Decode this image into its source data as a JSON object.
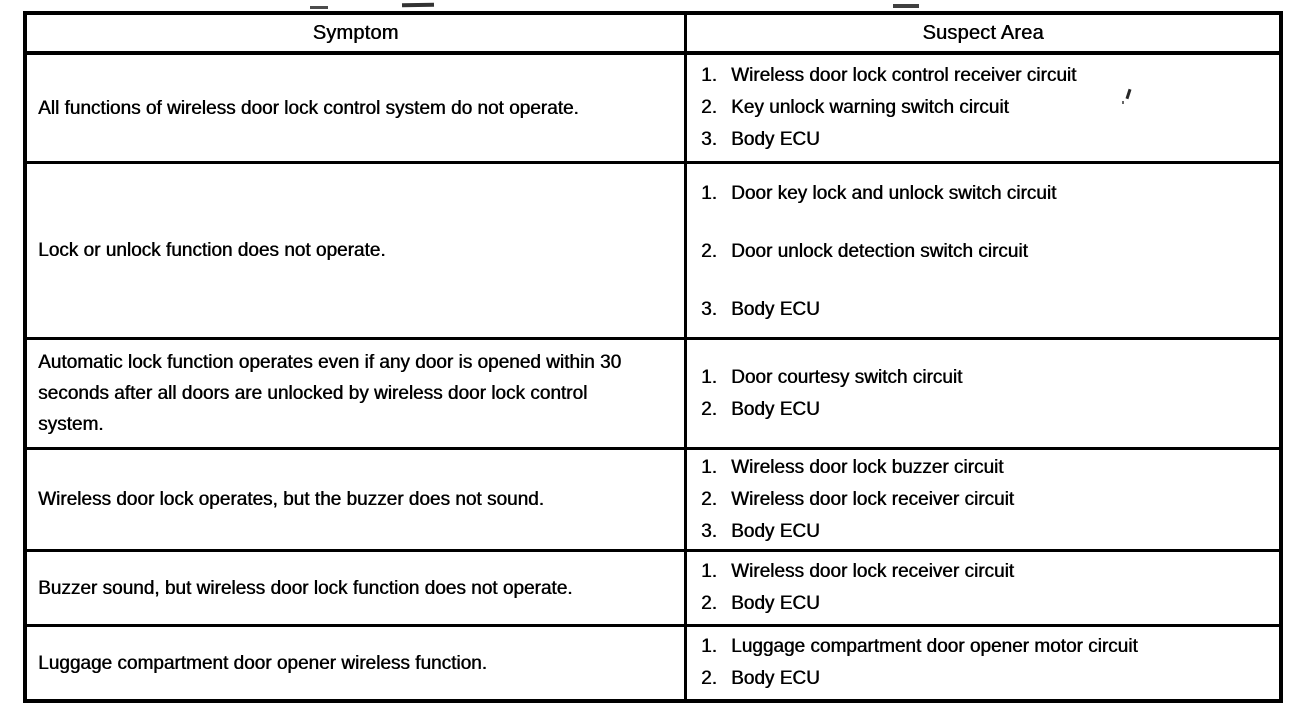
{
  "table": {
    "ink_color": "#000000",
    "paper_color": "#ffffff",
    "header": {
      "symptom": "Symptom",
      "suspect_area": "Suspect Area"
    },
    "rows": [
      {
        "symptom": "All functions of wireless door lock control system do not operate.",
        "suspects": [
          {
            "num": "1.",
            "label": "Wireless door lock control receiver circuit"
          },
          {
            "num": "2.",
            "label": "Key unlock warning switch circuit"
          },
          {
            "num": "3.",
            "label": "Body ECU"
          }
        ]
      },
      {
        "symptom": "Lock or unlock function does not operate.",
        "suspects": [
          {
            "num": "1.",
            "label": "Door key lock and unlock switch circuit"
          },
          {
            "num": "2.",
            "label": "Door unlock detection switch circuit"
          },
          {
            "num": "3.",
            "label": "Body ECU"
          }
        ]
      },
      {
        "symptom": "Automatic lock function operates even if any door is opened within 30 seconds after all doors are unlocked by wireless door lock control system.",
        "suspects": [
          {
            "num": "1.",
            "label": "Door courtesy switch circuit"
          },
          {
            "num": "2.",
            "label": "Body ECU"
          }
        ]
      },
      {
        "symptom": "Wireless door lock operates, but the buzzer does not sound.",
        "suspects": [
          {
            "num": "1.",
            "label": "Wireless door lock buzzer circuit"
          },
          {
            "num": "2.",
            "label": "Wireless door lock receiver circuit"
          },
          {
            "num": "3.",
            "label": "Body ECU"
          }
        ]
      },
      {
        "symptom": "Buzzer sound, but wireless door lock function does not operate.",
        "suspects": [
          {
            "num": "1.",
            "label": "Wireless door lock receiver circuit"
          },
          {
            "num": "2.",
            "label": "Body ECU"
          }
        ]
      },
      {
        "symptom": "Luggage compartment door opener wireless function.",
        "suspects": [
          {
            "num": "1.",
            "label": "Luggage compartment door opener motor circuit"
          },
          {
            "num": "2.",
            "label": "Body ECU"
          }
        ]
      }
    ]
  }
}
